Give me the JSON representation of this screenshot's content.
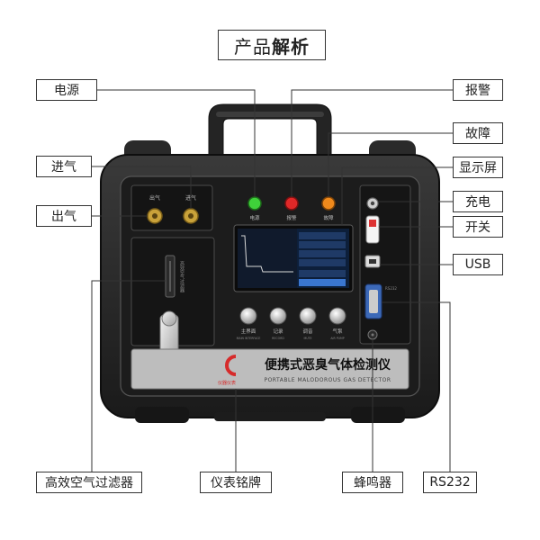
{
  "title": {
    "regular": "产品",
    "bold": "解析"
  },
  "callouts": {
    "power": "电源",
    "inlet": "进气",
    "outlet": "出气",
    "alarm": "报警",
    "fault": "故障",
    "display": "显示屏",
    "charge": "充电",
    "switch": "开关",
    "usb": "USB",
    "filter": "高效空气过滤器",
    "nameplate": "仪表铭牌",
    "buzzer": "蜂鸣器",
    "rs232": "RS232"
  },
  "device": {
    "port_labels": [
      "出气",
      "进气"
    ],
    "led_labels": [
      "电源",
      "报警",
      "故障"
    ],
    "led_colors": [
      "#3fd13a",
      "#e02828",
      "#f08a1c"
    ],
    "button_labels": [
      "主界面",
      "记录",
      "调音",
      "气泵"
    ],
    "button_sub": [
      "MAIN INTERFACE",
      "RECORD",
      "MUTE",
      "AIR PUMP"
    ],
    "filter_label": "高效空气过滤器",
    "product_name_cn": "便携式恶臭气体检测仪",
    "product_name_en": "PORTABLE MALODOROUS GAS DETECTOR",
    "brand": "仪器仪表",
    "rs232_small": "RS232"
  }
}
